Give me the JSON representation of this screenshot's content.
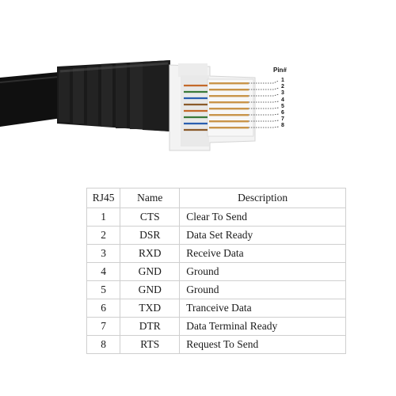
{
  "pin_diagram": {
    "heading": "Pin#",
    "pins": [
      "1",
      "2",
      "3",
      "4",
      "5",
      "6",
      "7",
      "8"
    ]
  },
  "table": {
    "headers": {
      "rj45": "RJ45",
      "name": "Name",
      "description": "Description"
    },
    "rows": [
      {
        "rj45": "1",
        "name": "CTS",
        "description": "Clear To Send"
      },
      {
        "rj45": "2",
        "name": "DSR",
        "description": "Data Set Ready"
      },
      {
        "rj45": "3",
        "name": "RXD",
        "description": "Receive Data"
      },
      {
        "rj45": "4",
        "name": "GND",
        "description": "Ground"
      },
      {
        "rj45": "5",
        "name": "GND",
        "description": "Ground"
      },
      {
        "rj45": "6",
        "name": "TXD",
        "description": "Tranceive  Data"
      },
      {
        "rj45": "7",
        "name": "DTR",
        "description": "Data Terminal Ready"
      },
      {
        "rj45": "8",
        "name": "RTS",
        "description": "Request To Send"
      }
    ]
  },
  "colors": {
    "cable": "#111111",
    "boot": "#1c1c1c",
    "plug": "#f4f4f4",
    "contacts": "#c9954a",
    "grid": "#cfcfcf"
  }
}
